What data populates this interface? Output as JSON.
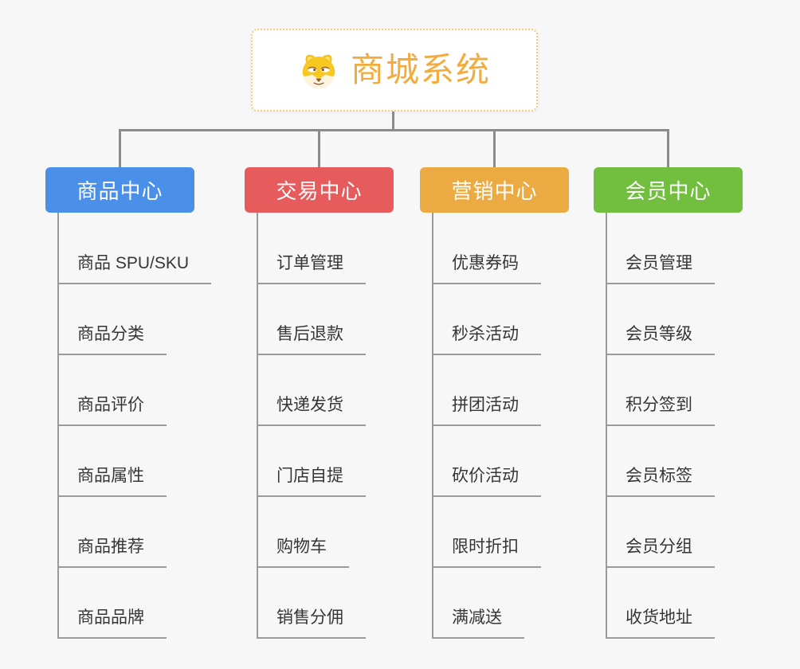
{
  "canvas": {
    "background": "#f7f7f7",
    "connector_color": "#8c8c8c",
    "leaf_line_color": "#9b9b9b",
    "leaf_text_color": "#363636"
  },
  "root": {
    "title": "商城系统",
    "icon": "doge-face-icon",
    "text_color": "#f3ab3d",
    "border_color": "#f6c979",
    "background": "#ffffff"
  },
  "branches": [
    {
      "label": "商品中心",
      "color": "#4a8fe8",
      "children": [
        "商品 SPU/SKU",
        "商品分类",
        "商品评价",
        "商品属性",
        "商品推荐",
        "商品品牌"
      ]
    },
    {
      "label": "交易中心",
      "color": "#e65c5c",
      "children": [
        "订单管理",
        "售后退款",
        "快递发货",
        "门店自提",
        "购物车",
        "销售分佣"
      ]
    },
    {
      "label": "营销中心",
      "color": "#ecab42",
      "children": [
        "优惠券码",
        "秒杀活动",
        "拼团活动",
        "砍价活动",
        "限时折扣",
        "满减送"
      ]
    },
    {
      "label": "会员中心",
      "color": "#72bf40",
      "children": [
        "会员管理",
        "会员等级",
        "积分签到",
        "会员标签",
        "会员分组",
        "收货地址"
      ]
    }
  ]
}
